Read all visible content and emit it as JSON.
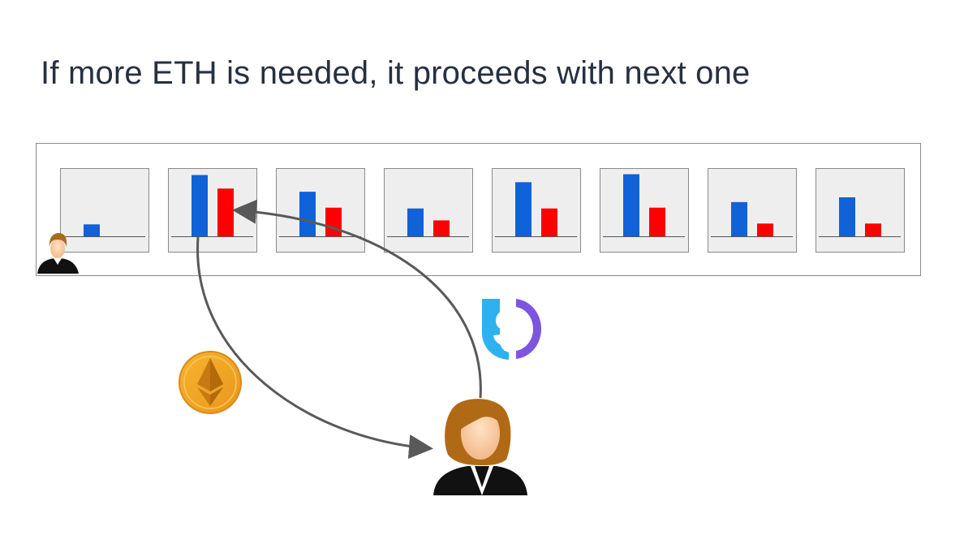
{
  "slide": {
    "title": "If more ETH is needed, it proceeds with next one"
  },
  "colors": {
    "blue": "#0f62d8",
    "red": "#ff0000",
    "panel_bg": "#eeeeee",
    "arrow": "#595959",
    "eth_gold": "#f2a625",
    "stable_blue": "#2fb1ef",
    "stable_purple": "#7d55de"
  },
  "chart_data": {
    "type": "bar",
    "description_series": [
      "blue",
      "red"
    ],
    "markets": [
      {
        "blue": 0.15,
        "red": 0
      },
      {
        "blue": 0.77,
        "red": 0.6
      },
      {
        "blue": 0.56,
        "red": 0.36
      },
      {
        "blue": 0.35,
        "red": 0.2
      },
      {
        "blue": 0.68,
        "red": 0.35
      },
      {
        "blue": 0.78,
        "red": 0.36
      },
      {
        "blue": 0.43,
        "red": 0.16
      },
      {
        "blue": 0.49,
        "red": 0.16
      }
    ],
    "ylim": [
      0,
      1
    ]
  },
  "icons": {
    "eth": "ethereum-coin-icon",
    "stable": "stablecoin-dollar-icon",
    "user_small": "male-user-icon",
    "user_large": "female-user-icon"
  }
}
